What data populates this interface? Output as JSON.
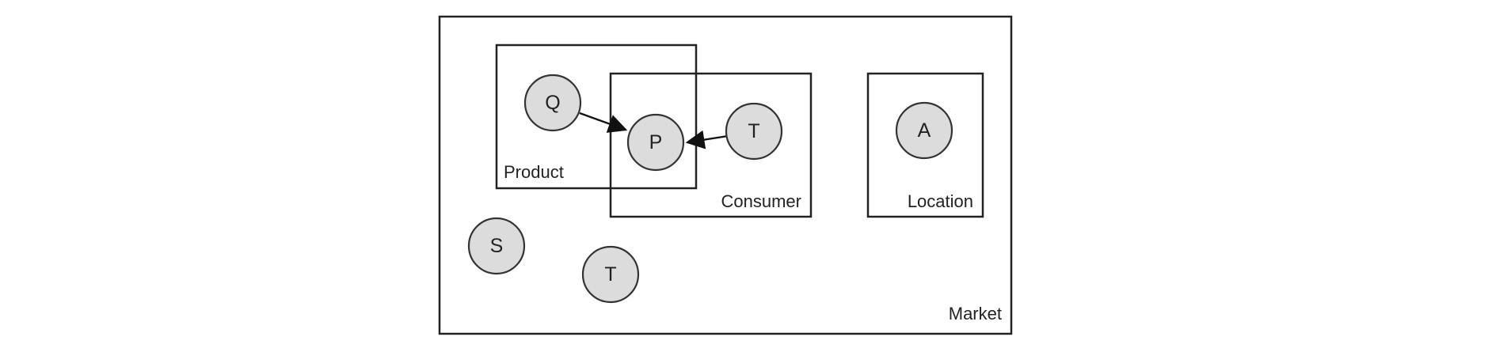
{
  "plates": {
    "market": "Market",
    "product": "Product",
    "consumer": "Consumer",
    "location": "Location"
  },
  "nodes": {
    "q": "Q",
    "p": "P",
    "t_consumer": "T",
    "a": "A",
    "s": "S",
    "t_market": "T"
  },
  "edges": [
    {
      "from": "Q",
      "to": "P"
    },
    {
      "from": "T",
      "to": "P"
    }
  ],
  "colors": {
    "node_fill": "#dcdcdc",
    "stroke": "#222222"
  }
}
